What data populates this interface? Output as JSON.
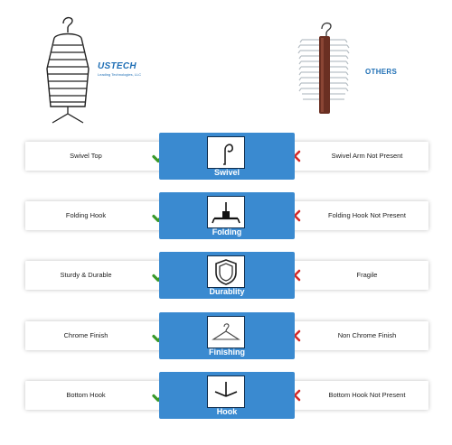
{
  "header": {
    "brand_name": "USTECH",
    "brand_tagline": "Leading Technologies, LLC",
    "others_label": "OTHERS"
  },
  "colors": {
    "accent_blue": "#3a8ad0",
    "check_green": "#3a9a2a",
    "cross_red": "#d42a2a"
  },
  "rows": [
    {
      "left": "Swivel Top",
      "feature": "Swivel",
      "right": "Swivel Arm Not Present",
      "icon": "swivel-hook-icon"
    },
    {
      "left": "Folding Hook",
      "feature": "Folding",
      "right": "Folding Hook Not Present",
      "icon": "folding-hook-icon"
    },
    {
      "left": "Sturdy & Durable",
      "feature": "Durablity",
      "right": "Fragile",
      "icon": "shield-icon"
    },
    {
      "left": "Chrome Finish",
      "feature": "Finishing",
      "right": "Non Chrome Finish",
      "icon": "hanger-icon"
    },
    {
      "left": "Bottom Hook",
      "feature": "Hook",
      "right": "Bottom Hook Not Present",
      "icon": "bottom-hook-icon"
    }
  ]
}
